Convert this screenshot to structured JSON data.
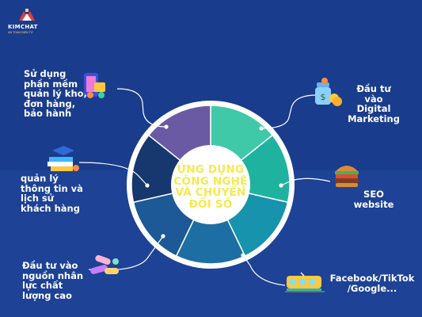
{
  "logo": {
    "text": "KIMCHAT",
    "subtext": "AN TOAN ĐIỆN TỬ"
  },
  "center": {
    "line1": "ỨNG DỤNG",
    "line2": "CÔNG NGHỆ",
    "line3": "VÀ CHUYỂN",
    "line4": "ĐỔI SỐ"
  },
  "items": [
    {
      "lines": [
        "Sử dụng",
        "phần mềm",
        "quản lý kho,",
        "đơn hàng,",
        "bảo hành"
      ],
      "icon": "phone-shopping-icon"
    },
    {
      "lines": [
        "Đầu tư",
        "vào",
        "Digital",
        "Marketing"
      ],
      "icon": "money-jar-icon"
    },
    {
      "lines": [
        "quản lý",
        "thông tin và",
        "lịch sử",
        "khách hàng"
      ],
      "icon": "graduation-stack-icon"
    },
    {
      "lines": [
        "SEO",
        "website"
      ],
      "icon": "burger-icon"
    },
    {
      "lines": [
        "Đầu tư vào",
        "nguồn nhân",
        "lực chất",
        "lượng cao"
      ],
      "icon": "pills-icon"
    },
    {
      "lines": [
        "Facebook/TikTok",
        "/Google..."
      ],
      "icon": "tram-icon"
    }
  ],
  "colors": {
    "background": "#1a3c8c",
    "segments": [
      "#3fc9a9",
      "#1fb39f",
      "#1793ad",
      "#1d6fa3",
      "#1c5996",
      "#16386e",
      "#6a5aa3"
    ],
    "ring": "#ffffff",
    "center_fill": "#ffffff",
    "center_text": "#f6e94f",
    "connector": "#ffffff"
  }
}
